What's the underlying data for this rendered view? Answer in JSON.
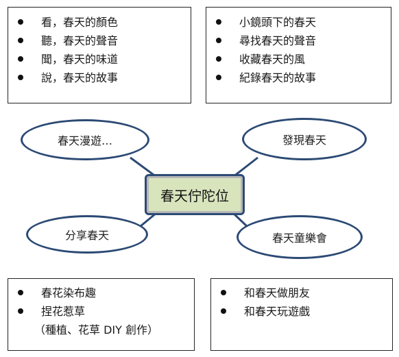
{
  "center": {
    "label": "春天佇陀位"
  },
  "nodes": {
    "top_left": "春天漫遊…",
    "top_right": "發現春天",
    "bottom_left": "分享春天",
    "bottom_right": "春天童樂會"
  },
  "boxes": {
    "top_left": [
      "看，春天的顏色",
      "聽，春天的聲音",
      "聞，春天的味道",
      "說，春天的故事"
    ],
    "top_right": [
      "小鏡頭下的春天",
      "尋找春天的聲音",
      "收藏春天的風",
      "紀錄春天的故事"
    ],
    "bottom_left": [
      "春花染布趣",
      "捏花惹草"
    ],
    "bottom_left_note": "（種植、花草 DIY 創作）",
    "bottom_right": [
      "和春天做朋友",
      "和春天玩遊戲"
    ]
  },
  "colors": {
    "node_border": "#2c4a74",
    "center_fill": "#d8e4bc",
    "connector": "#2c4a74"
  }
}
